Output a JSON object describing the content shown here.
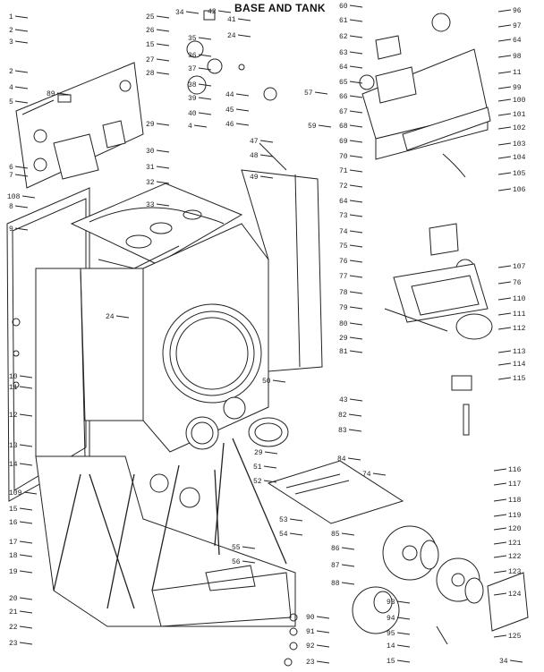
{
  "diagram": {
    "title": "BASE AND TANK",
    "left_numbers": [
      "1",
      "2",
      "3",
      "2",
      "4",
      "5",
      "6",
      "7",
      "8",
      "9",
      "10",
      "11",
      "12",
      "13",
      "14",
      "109",
      "15",
      "16",
      "17",
      "18",
      "19",
      "20",
      "21",
      "22",
      "23"
    ],
    "top_center_numbers": [
      "25",
      "26",
      "15",
      "27",
      "28",
      "29",
      "30",
      "31",
      "32",
      "33",
      "108",
      "24"
    ],
    "upper_mid_numbers": [
      "34",
      "42",
      "41",
      "35",
      "24",
      "36",
      "37",
      "38",
      "39",
      "40",
      "4",
      "44",
      "45",
      "46",
      "47",
      "48",
      "49",
      "57",
      "59"
    ],
    "right_column_numbers": [
      "60",
      "61",
      "62",
      "63",
      "64",
      "65",
      "66",
      "67",
      "68",
      "69",
      "70",
      "71",
      "72",
      "64",
      "73",
      "74",
      "75",
      "76",
      "77",
      "78",
      "79",
      "80",
      "29",
      "81",
      "43"
    ],
    "far_right_numbers": [
      "96",
      "97",
      "64",
      "98",
      "11",
      "99",
      "100",
      "101",
      "102",
      "103",
      "104",
      "105",
      "106",
      "107",
      "76",
      "110",
      "111",
      "112",
      "113",
      "114",
      "115"
    ],
    "lower_mid_numbers": [
      "50",
      "82",
      "29",
      "83",
      "51",
      "52",
      "53",
      "54",
      "55",
      "56",
      "84",
      "74",
      "85",
      "86",
      "87",
      "88",
      "116",
      "117",
      "118",
      "119",
      "120",
      "121",
      "122",
      "123",
      "124",
      "125"
    ],
    "bottom_numbers": [
      "89",
      "90",
      "91",
      "92",
      "23",
      "93",
      "94",
      "95",
      "14",
      "15",
      "34"
    ]
  }
}
